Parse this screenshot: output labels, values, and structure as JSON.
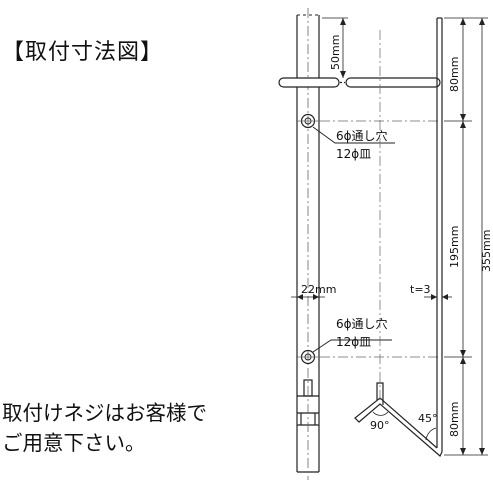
{
  "heading": "【取付寸法図】",
  "note": {
    "line1": "取付けネジはお客様で",
    "line2": "ご用意下さい。"
  },
  "dimensions": {
    "top_offset": "50mm",
    "top_segment": "80mm",
    "middle_segment": "195mm",
    "total_length": "355mm",
    "bottom_segment": "80mm",
    "bar_width": "22mm",
    "thickness": "t=3",
    "angle_inner": "90°",
    "angle_bevel": "45°"
  },
  "holes": {
    "upper": {
      "line1": "6ϕ通し穴",
      "line2": "12ϕ皿"
    },
    "lower": {
      "line1": "6ϕ通し穴",
      "line2": "12ϕ皿"
    }
  }
}
